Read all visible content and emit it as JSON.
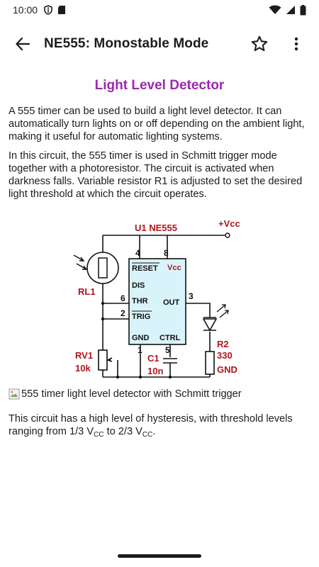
{
  "status_bar": {
    "time": "10:00"
  },
  "app_bar": {
    "title": "NE555: Monostable Mode"
  },
  "article": {
    "heading": "Light Level Detector",
    "para1": "A 555 timer can be used to build a light level detector. It can automatically turn lights on or off depending on the ambient light, making it useful for automatic lighting systems.",
    "para2": "In this circuit, the 555 timer is used in Schmitt trigger mode together with a photoresistor. The circuit is activated when darkness falls. Variable resistor R1 is adjusted to set the desired light threshold at which the circuit operates.",
    "image_alt": "555 timer light level detector with Schmitt trigger",
    "footer_pre": "This circuit has a high level of hysteresis, with threshold levels ranging from 1/3 V",
    "footer_sub1": "CC",
    "footer_mid": " to 2/3 V",
    "footer_sub2": "CC",
    "footer_end": "."
  },
  "diagram": {
    "u1": "U1 NE555",
    "vcc": "+Vcc",
    "pin4": "4",
    "pin8": "8",
    "reset": "RESET",
    "vcc_pin": "Vcc",
    "dis": "DIS",
    "thr": "THR",
    "trig": "TRIG",
    "out": "OUT",
    "gnd_pin": "GND",
    "ctrl": "CTRL",
    "pin6": "6",
    "pin2": "2",
    "pin3": "3",
    "pin1": "1",
    "pin5": "5",
    "rl1": "RL1",
    "rv1": "RV1",
    "rv1_val": "10k",
    "c1": "C1",
    "c1_val": "10n",
    "r2": "R2",
    "r2_val": "330",
    "gnd": "GND",
    "colors": {
      "wire": "#111111",
      "label": "#b0141c",
      "chip": "#d9f3fb"
    }
  }
}
